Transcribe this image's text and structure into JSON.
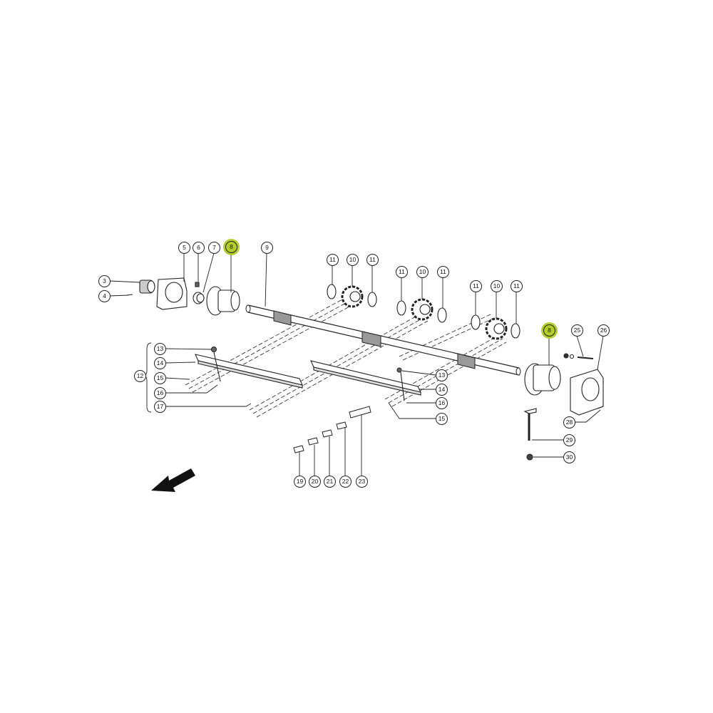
{
  "diagram": {
    "type": "exploded parts diagram",
    "highlight_color": "#b5cc2e",
    "line_color": "#222222",
    "callouts": {
      "c3": "3",
      "c4": "4",
      "c5": "5",
      "c6": "6",
      "c7": "7",
      "c8a": "8",
      "c9": "9",
      "c10a": "10",
      "c10b": "10",
      "c10c": "10",
      "c11a": "11",
      "c11b": "11",
      "c11c": "11",
      "c11d": "11",
      "c11e": "11",
      "c11f": "11",
      "c12": "12",
      "c13a": "13",
      "c14a": "14",
      "c15a": "15",
      "c16a": "16",
      "c17": "17",
      "c13b": "13",
      "c14b": "14",
      "c16b": "16",
      "c15b": "15",
      "c8b": "8",
      "c25": "25",
      "c26": "26",
      "c28": "28",
      "c29": "29",
      "c30": "30",
      "c19": "19",
      "c20": "20",
      "c21": "21",
      "c22": "22",
      "c23": "23"
    },
    "highlighted_part": "8"
  }
}
